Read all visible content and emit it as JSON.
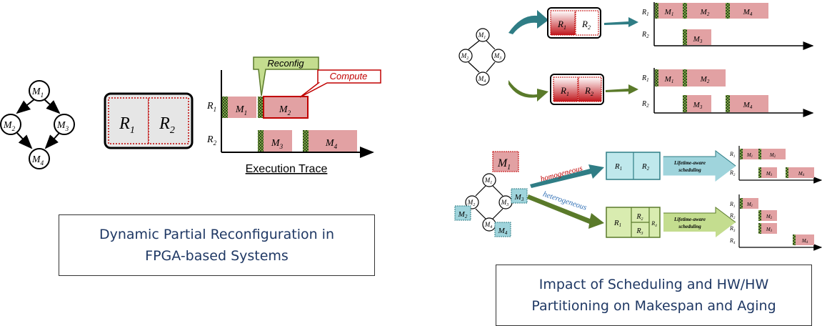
{
  "left": {
    "caption_line1": "Dynamic Partial Reconfiguration in",
    "caption_line2": "FPGA-based Systems",
    "callout_reconfig": "Reconfig",
    "callout_compute": "Compute",
    "trace_title": "Execution Trace",
    "region_1": "R",
    "region_2": "R",
    "region_1_sub": "1",
    "region_2_sub": "2",
    "task_symbol": "M",
    "rows": [
      {
        "label": "R",
        "sub": "1"
      },
      {
        "label": "R",
        "sub": "2"
      }
    ],
    "tasks": [
      {
        "label": "M",
        "sub": "1"
      },
      {
        "label": "M",
        "sub": "2"
      },
      {
        "label": "M",
        "sub": "3"
      },
      {
        "label": "M",
        "sub": "4"
      }
    ]
  },
  "right": {
    "caption_line1": "Impact of Scheduling and HW/HW",
    "caption_line2": "Partitioning on Makespan and Aging",
    "label_homogeneous": "homogeneous",
    "label_heterogeneous": "heterogeneous",
    "arrow_text_1": "Lifetime-aware",
    "arrow_text_2": "scheduling"
  },
  "colors": {
    "task_fill": "#e2a1a3",
    "reconfig_fill": "#3d6b2a",
    "callout_green": "#c4dd8f",
    "callout_red_border": "#c00000",
    "teal_arrow": "#2f7d85",
    "olive_arrow": "#5a7a2a",
    "cyan_region": "#bfe8ec",
    "green_region": "#d9ecb0",
    "caption_text": "#1f3864"
  }
}
